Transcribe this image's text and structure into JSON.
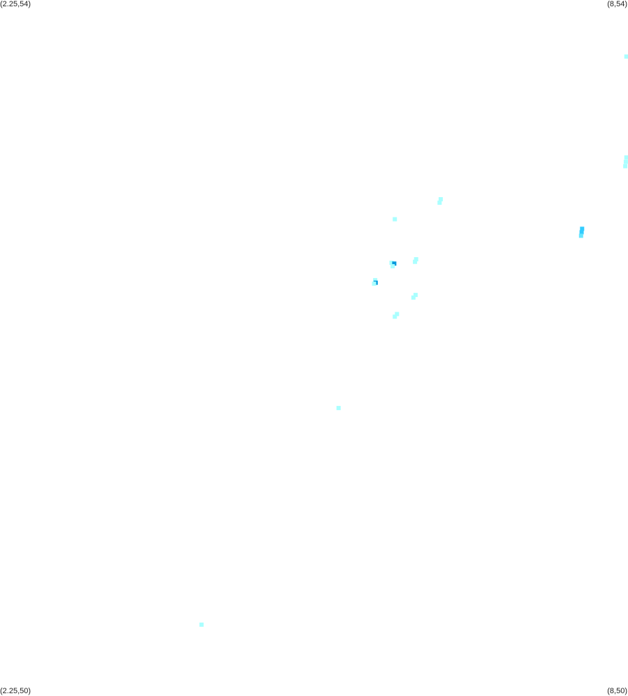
{
  "corners": {
    "top_left": "(2.25,54)",
    "top_right": "(8,54)",
    "bottom_left": "(2.25,50)",
    "bottom_right": "(8,50)"
  },
  "extent": {
    "lon_min": 2.25,
    "lon_max": 8,
    "lat_min": 50,
    "lat_max": 54
  },
  "colors": {
    "background": "#ffffff",
    "low": "#aaffff",
    "medium": "#66e6ff",
    "high": "#33ccff",
    "peak": "#0099dd"
  },
  "clusters": [
    {
      "cells": [
        {
          "lon": 7.985,
          "lat": 53.675,
          "level": "low"
        }
      ]
    },
    {
      "cells": [
        {
          "lon": 7.985,
          "lat": 53.095,
          "level": "low"
        },
        {
          "lon": 7.98,
          "lat": 53.07,
          "level": "low"
        },
        {
          "lon": 7.975,
          "lat": 53.045,
          "level": "low"
        }
      ]
    },
    {
      "cells": [
        {
          "lon": 6.285,
          "lat": 52.855,
          "level": "low"
        },
        {
          "lon": 6.275,
          "lat": 52.835,
          "level": "low"
        }
      ]
    },
    {
      "cells": [
        {
          "lon": 5.865,
          "lat": 52.74,
          "level": "low"
        }
      ]
    },
    {
      "cells": [
        {
          "lon": 7.58,
          "lat": 52.685,
          "level": "high"
        },
        {
          "lon": 7.575,
          "lat": 52.665,
          "level": "high"
        },
        {
          "lon": 7.57,
          "lat": 52.645,
          "level": "medium"
        }
      ]
    },
    {
      "cells": [
        {
          "lon": 6.06,
          "lat": 52.51,
          "level": "low"
        },
        {
          "lon": 6.05,
          "lat": 52.495,
          "level": "low"
        }
      ]
    },
    {
      "cells": [
        {
          "lon": 5.835,
          "lat": 52.49,
          "level": "low"
        },
        {
          "lon": 5.86,
          "lat": 52.485,
          "level": "peak"
        },
        {
          "lon": 5.845,
          "lat": 52.47,
          "level": "low"
        }
      ]
    },
    {
      "cells": [
        {
          "lon": 5.685,
          "lat": 52.39,
          "level": "low"
        },
        {
          "lon": 5.69,
          "lat": 52.375,
          "level": "peak"
        },
        {
          "lon": 5.675,
          "lat": 52.37,
          "level": "low"
        }
      ]
    },
    {
      "cells": [
        {
          "lon": 6.055,
          "lat": 52.305,
          "level": "low"
        },
        {
          "lon": 6.035,
          "lat": 52.29,
          "level": "low"
        }
      ]
    },
    {
      "cells": [
        {
          "lon": 5.885,
          "lat": 52.195,
          "level": "low"
        },
        {
          "lon": 5.865,
          "lat": 52.18,
          "level": "low"
        }
      ]
    },
    {
      "cells": [
        {
          "lon": 5.35,
          "lat": 51.655,
          "level": "low"
        }
      ]
    },
    {
      "cells": [
        {
          "lon": 4.095,
          "lat": 50.41,
          "level": "low"
        }
      ]
    }
  ]
}
